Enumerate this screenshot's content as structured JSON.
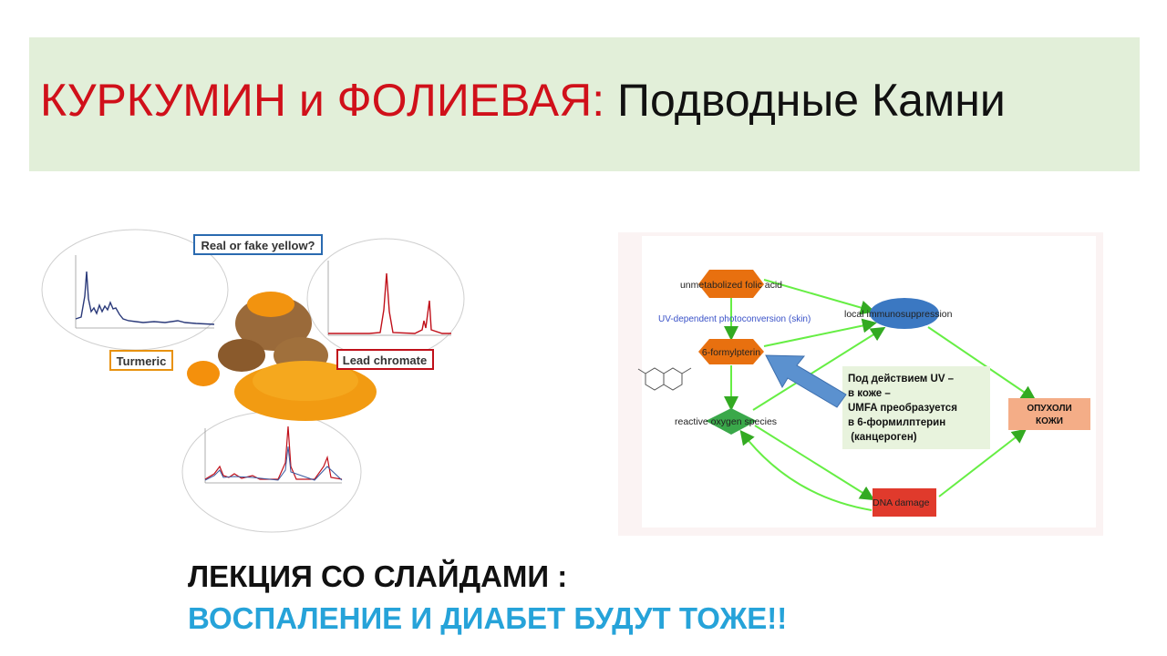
{
  "title": {
    "highlight": "КУРКУМИН и ФОЛИЕВАЯ:",
    "rest": "Подводные Камни"
  },
  "left_figure": {
    "question_label": "Real or fake yellow?",
    "turmeric_label": "Turmeric",
    "lead_label": "Lead chromate",
    "colors": {
      "turmeric": "#e8920f",
      "lead": "#c0101a",
      "question": "#2a6ab0",
      "spectrum": "#2b3a7a"
    }
  },
  "diagram": {
    "nodes": {
      "folic": "unmetabolized folic acid",
      "uv": "UV-dependent photoconversion (skin)",
      "formyl": "6-formylpterin",
      "ros": "reactive oxygen species",
      "immuno": "local immunosuppression",
      "tumor_line1": "ОПУХОЛИ",
      "tumor_line2": "КОЖИ",
      "dna": "DNA damage"
    },
    "note_lines": [
      "Под действием UV –",
      "в коже –",
      "UMFA преобразуется",
      "в 6-формилптерин",
      " (канцероген)"
    ],
    "colors": {
      "orange_node": "#e8700f",
      "green_node": "#3aa84a",
      "blue_node": "#3b78c2",
      "red_node": "#e03a2c",
      "tumor_box": "#f4ad87",
      "edge": "#66ee44",
      "note_bg": "#e8f3dd",
      "arrow": "#5b91cf"
    }
  },
  "footer": {
    "line1": "ЛЕКЦИЯ СО СЛАЙДАМИ :",
    "line2": "ВОСПАЛЕНИЕ И ДИАБЕТ БУДУТ ТОЖЕ!!"
  }
}
